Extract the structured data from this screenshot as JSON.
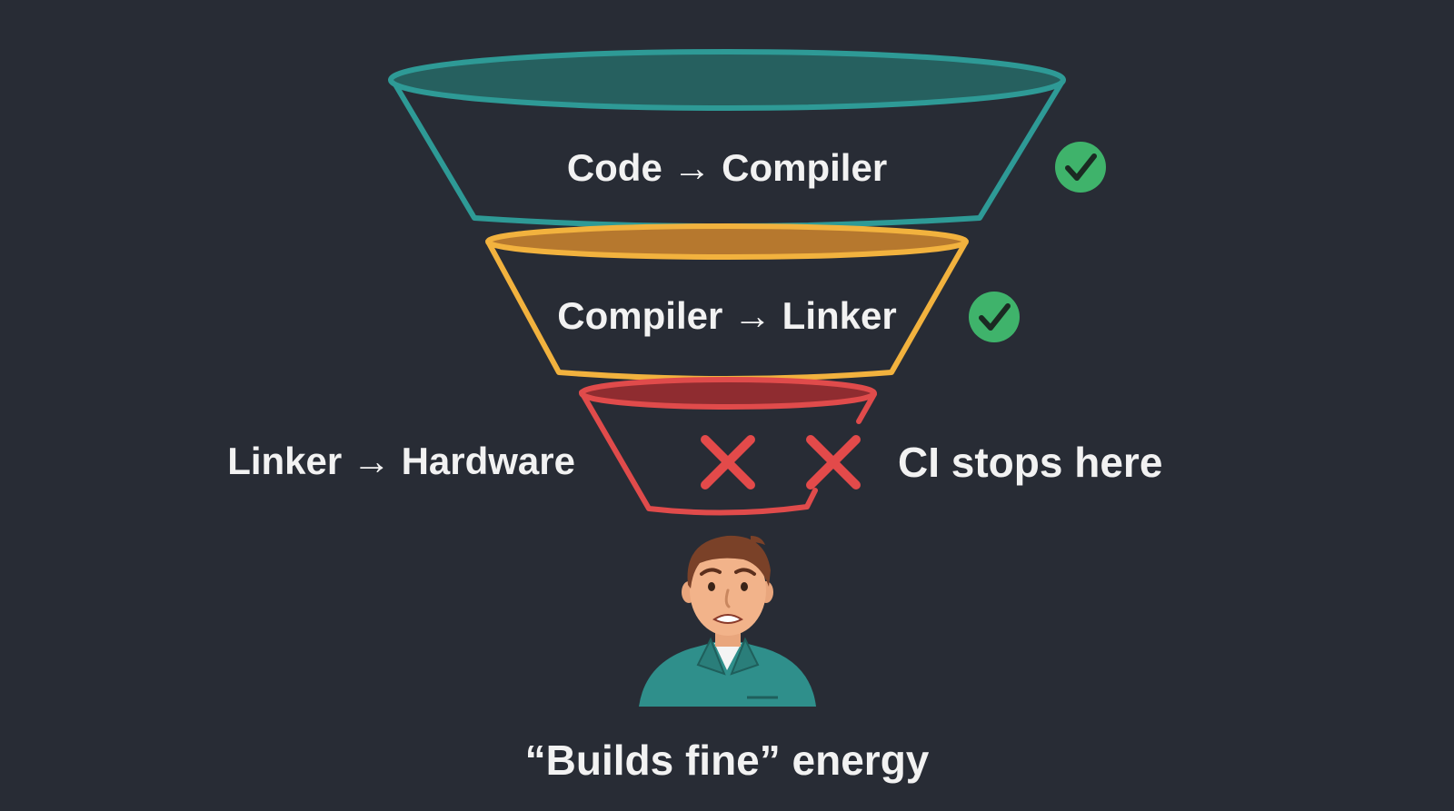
{
  "colors": {
    "background": "#282c35",
    "stage1": "#2e9a96",
    "stage1_fill": "#26605f",
    "stage2": "#f2b23e",
    "stage2_fill": "#b6782e",
    "stage3": "#e04b4b",
    "stage3_fill": "#8f2c30",
    "check": "#3fb36b",
    "cross": "#e34a4a",
    "text": "#f2f2f2",
    "shirt": "#2f8f8b",
    "skin": "#f2b38a",
    "hair": "#7a4128"
  },
  "stages": [
    {
      "label": "Code → Compiler",
      "status": "pass",
      "status_icon": "check-circle-icon"
    },
    {
      "label": "Compiler → Linker",
      "status": "pass",
      "status_icon": "check-circle-icon"
    },
    {
      "label": "Linker → Hardware",
      "status": "fail",
      "status_icon": "cross-icon"
    }
  ],
  "ci_note": "CI stops here",
  "caption": "“Builds fine” energy",
  "character_icon": "worried-developer-icon"
}
